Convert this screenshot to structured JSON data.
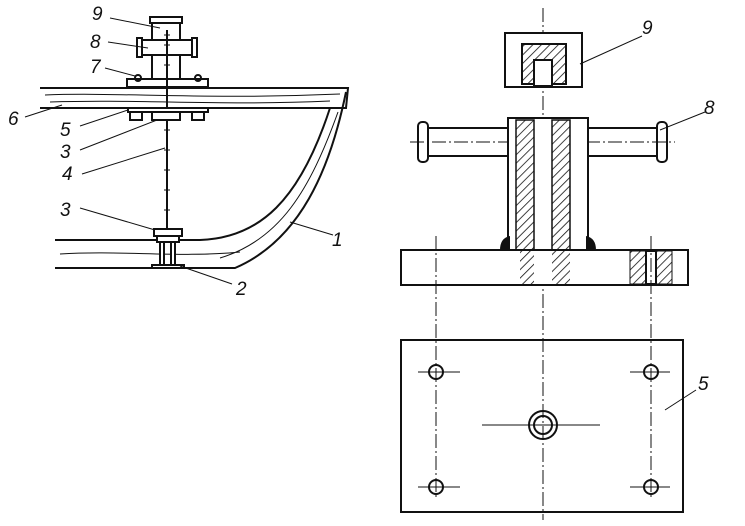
{
  "left_view": {
    "labels": {
      "l9": "9",
      "l8": "8",
      "l7": "7",
      "l6": "6",
      "l5": "5",
      "l3a": "3",
      "l4": "4",
      "l3b": "3",
      "l2": "2",
      "l1": "1"
    }
  },
  "right_view": {
    "labels": {
      "r9": "9",
      "r8": "8",
      "r5": "5"
    }
  }
}
